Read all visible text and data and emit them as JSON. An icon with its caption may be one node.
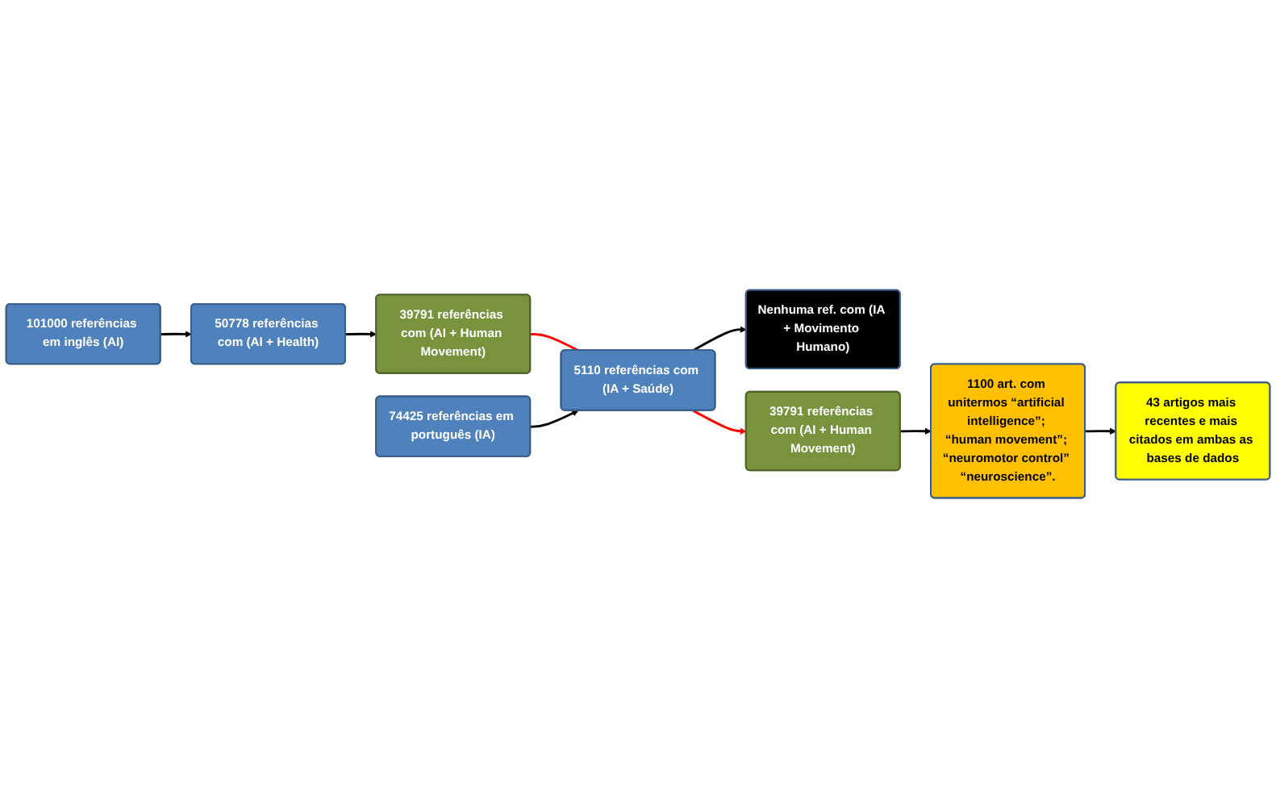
{
  "diagram": {
    "nodes": [
      {
        "text": [
          "101000 referências em inglês (AI)"
        ]
      },
      {
        "text": [
          "50778 referências com (AI + Health)"
        ]
      },
      {
        "text": [
          "39791 referências com (AI + Human Movement)"
        ]
      },
      {
        "text": [
          "74425 referências em português (IA)"
        ]
      },
      {
        "text": [
          "5110 referências com (IA + Saúde)"
        ]
      },
      {
        "text": [
          "Nenhuma ref. com (IA + Movimento Humano)"
        ]
      },
      {
        "text": [
          "39791 referências com (AI + Human Movement)"
        ]
      },
      {
        "text": [
          "1100 art. com unitermos “artificial intelligence”; “human movement”; “neuromotor control” “neuroscience”."
        ]
      },
      {
        "text": [
          "43 artigos mais recentes e mais citados em ambas as bases de dados"
        ]
      }
    ],
    "edges": [
      {
        "from": 0,
        "to": 1,
        "arrow": "to"
      },
      {
        "from": 1,
        "to": 2,
        "arrow": "to"
      },
      {
        "from": 2,
        "to": 4,
        "arrow": "none",
        "color": "#ff0000"
      },
      {
        "from": 3,
        "to": 4,
        "arrow": "to"
      },
      {
        "from": 4,
        "to": 5,
        "arrow": "to"
      },
      {
        "from": 4,
        "to": 6,
        "arrow": "to",
        "color": "#ff0000"
      },
      {
        "from": 6,
        "to": 7,
        "arrow": "to"
      },
      {
        "from": 7,
        "to": 8,
        "arrow": "to"
      }
    ]
  }
}
